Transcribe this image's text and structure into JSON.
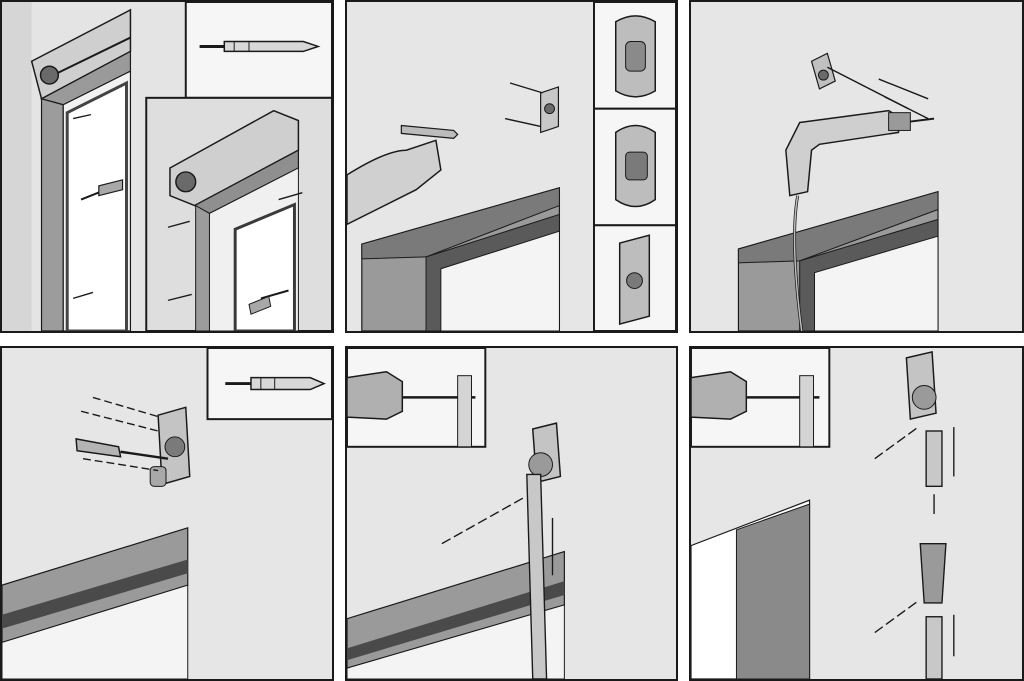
{
  "steps": [
    {
      "id": "step-1",
      "subject": "cassette-box-above-window",
      "insets": [
        "wall-plug-icon",
        "box-corner-detail"
      ]
    },
    {
      "id": "step-2",
      "subject": "marking-drill-points",
      "insets": [
        "bracket-type-a-icon",
        "bracket-type-b-icon",
        "bracket-type-c-icon"
      ]
    },
    {
      "id": "step-3",
      "subject": "drilling-holes"
    },
    {
      "id": "step-4",
      "subject": "screwing-bracket",
      "insets": [
        "wall-plug-icon"
      ]
    },
    {
      "id": "step-5",
      "subject": "attaching-rod",
      "insets": [
        "drill-bit-detail"
      ]
    },
    {
      "id": "step-6",
      "subject": "joining-rod-sections",
      "insets": [
        "drill-bit-detail"
      ]
    }
  ],
  "colors": {
    "wall": "#e9e9e9",
    "line": "#1a1a1a",
    "frame_dark": "#5a5a5a",
    "frame_mid": "#8c8c8c",
    "metal": "#bdbdbd",
    "inset_bg": "#f6f6f6"
  }
}
